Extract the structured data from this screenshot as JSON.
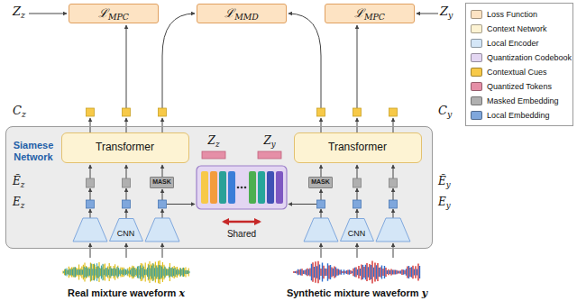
{
  "diagram": {
    "nodes": [
      {
        "text": [
          "ℒMPC"
        ]
      },
      {
        "text": [
          "ℒMMD"
        ]
      },
      {
        "text": [
          "ℒMPC"
        ]
      },
      {
        "text": [
          "Siamese Network"
        ]
      },
      {
        "text": [
          "Transformer"
        ],
        "in": 3
      },
      {
        "text": [
          "Transformer"
        ],
        "in": 3
      },
      {
        "text": [
          "MASK"
        ],
        "in": 3
      },
      {
        "text": [
          "MASK"
        ],
        "in": 3
      },
      {
        "text": [
          "CNN"
        ],
        "in": 3
      },
      {
        "text": [
          "CNN"
        ],
        "in": 3
      }
    ],
    "labels": [
      "Zz",
      "Zy",
      "Cz",
      "Cy",
      "Zz",
      "Zy",
      "Ẽz",
      "Ez",
      "Ẽy",
      "Ey",
      "Shared",
      "Real mixture waveform x",
      "Synthetic mixture waveform y"
    ],
    "legend": [
      {
        "text": "Loss Function",
        "color": "#fde3c3"
      },
      {
        "text": "Context Network",
        "color": "#fdf3d3"
      },
      {
        "text": "Local Encoder",
        "color": "#d4e6f7"
      },
      {
        "text": "Quantization Codebook",
        "color": "#e3d6f2"
      },
      {
        "text": "Contextual Cues",
        "color": "#f7c948"
      },
      {
        "text": "Quantized Tokens",
        "color": "#e58fa7"
      },
      {
        "text": "Masked Embedding",
        "color": "#b0b0b0"
      },
      {
        "text": "Local Embedding",
        "color": "#7fa7dc"
      }
    ]
  }
}
